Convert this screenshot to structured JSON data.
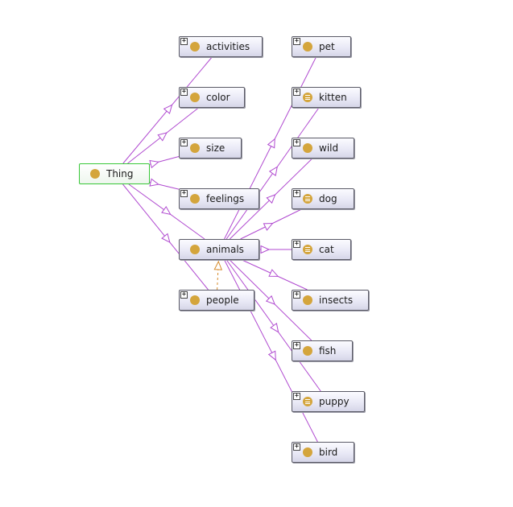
{
  "nodes": {
    "thing": {
      "label": "Thing",
      "icon": "class-circle-icon"
    },
    "activities": {
      "label": "activities",
      "icon": "class-circle-icon",
      "expand": "+"
    },
    "color": {
      "label": "color",
      "icon": "class-circle-icon",
      "expand": "+"
    },
    "size": {
      "label": "size",
      "icon": "class-circle-icon",
      "expand": "+"
    },
    "feelings": {
      "label": "feelings",
      "icon": "class-circle-icon",
      "expand": "+"
    },
    "animals": {
      "label": "animals",
      "icon": "class-circle-icon"
    },
    "people": {
      "label": "people",
      "icon": "class-circle-icon",
      "expand": "+"
    },
    "pet": {
      "label": "pet",
      "icon": "class-circle-icon",
      "expand": "+"
    },
    "kitten": {
      "label": "kitten",
      "icon": "defined-class-icon",
      "expand": "+"
    },
    "wild": {
      "label": "wild",
      "icon": "class-circle-icon",
      "expand": "+"
    },
    "dog": {
      "label": "dog",
      "icon": "defined-class-icon",
      "expand": "+"
    },
    "cat": {
      "label": "cat",
      "icon": "defined-class-icon",
      "expand": "+"
    },
    "insects": {
      "label": "insects",
      "icon": "class-circle-icon",
      "expand": "+"
    },
    "fish": {
      "label": "fish",
      "icon": "class-circle-icon",
      "expand": "+"
    },
    "puppy": {
      "label": "puppy",
      "icon": "defined-class-icon",
      "expand": "+"
    },
    "bird": {
      "label": "bird",
      "icon": "class-circle-icon",
      "expand": "+"
    }
  },
  "edges": [
    {
      "from": "thing",
      "to": "activities",
      "type": "is-a"
    },
    {
      "from": "thing",
      "to": "color",
      "type": "is-a"
    },
    {
      "from": "thing",
      "to": "size",
      "type": "is-a"
    },
    {
      "from": "thing",
      "to": "feelings",
      "type": "is-a"
    },
    {
      "from": "thing",
      "to": "animals",
      "type": "is-a"
    },
    {
      "from": "thing",
      "to": "people",
      "type": "is-a"
    },
    {
      "from": "animals",
      "to": "pet",
      "type": "is-a"
    },
    {
      "from": "animals",
      "to": "kitten",
      "type": "is-a"
    },
    {
      "from": "animals",
      "to": "wild",
      "type": "is-a"
    },
    {
      "from": "animals",
      "to": "dog",
      "type": "is-a"
    },
    {
      "from": "animals",
      "to": "cat",
      "type": "is-a"
    },
    {
      "from": "animals",
      "to": "insects",
      "type": "is-a"
    },
    {
      "from": "animals",
      "to": "fish",
      "type": "is-a"
    },
    {
      "from": "animals",
      "to": "puppy",
      "type": "is-a"
    },
    {
      "from": "animals",
      "to": "bird",
      "type": "is-a"
    },
    {
      "from": "people",
      "to": "animals",
      "type": "related"
    }
  ],
  "colors": {
    "isa_edge": "#b04ad0",
    "related_edge": "#d68a2a",
    "root_border": "#38c838",
    "class_dot": "#d4a53c"
  }
}
